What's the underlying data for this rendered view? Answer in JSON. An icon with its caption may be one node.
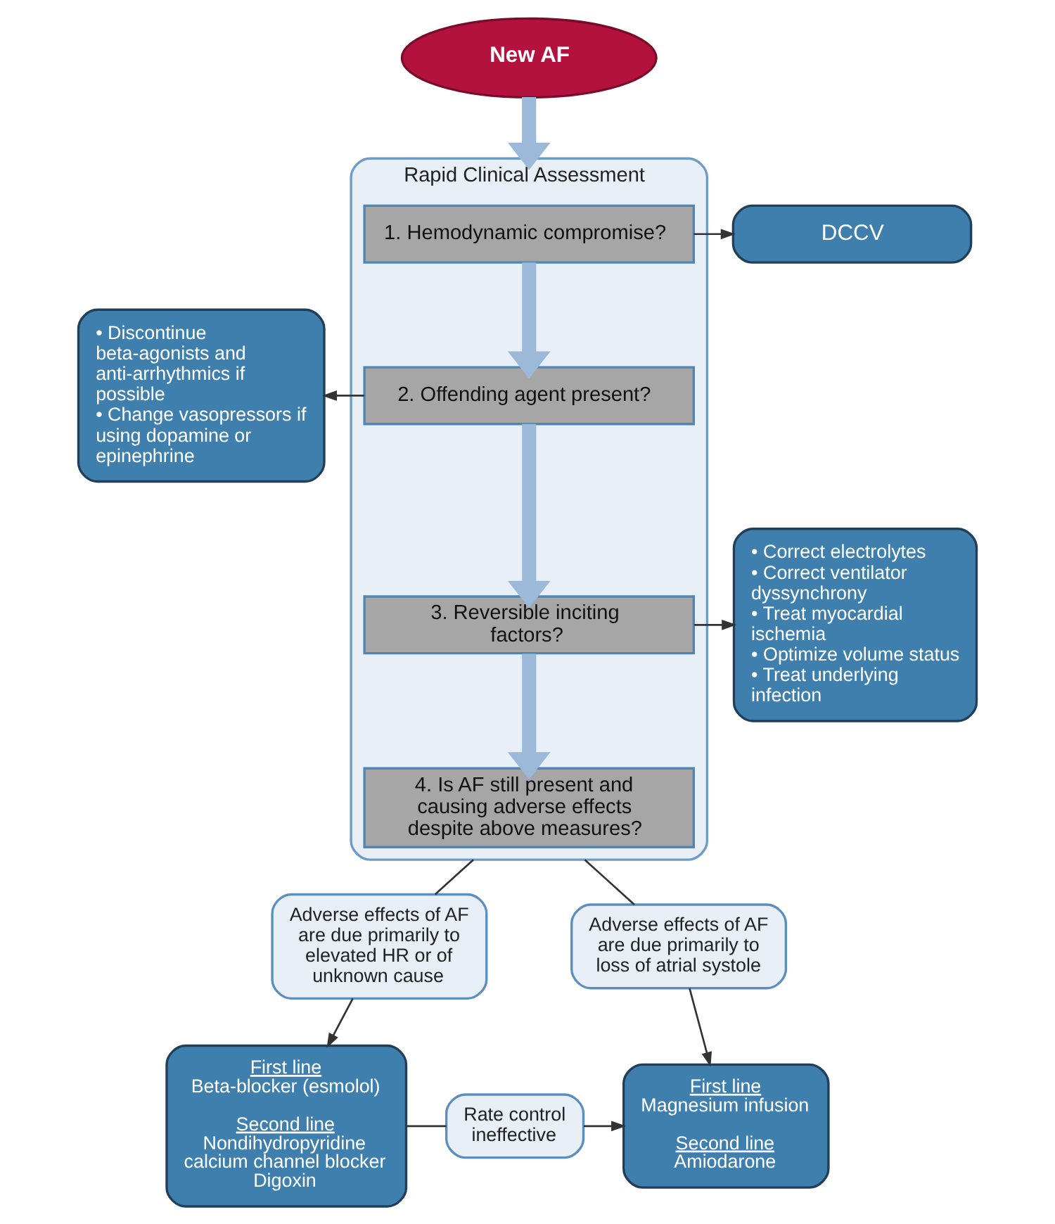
{
  "diagram": {
    "nodes": [
      {
        "text": [
          "New AF"
        ]
      },
      {
        "text": [
          "Rapid Clinical Assessment"
        ]
      },
      {
        "text": [
          "1. Hemodynamic compromise?"
        ],
        "in": 1
      },
      {
        "text": [
          "2. Offending agent present?"
        ],
        "in": 1
      },
      {
        "text": [
          "3. Reversible inciting factors?"
        ],
        "in": 1
      },
      {
        "text": [
          "4. Is AF still present and causing adverse effects despite above measures?"
        ],
        "in": 1
      },
      {
        "text": [
          "DCCV"
        ]
      },
      {
        "text": [
          "• Discontinue beta-agonists and anti-arrhythmics if possible",
          "• Change vasopressors if using dopamine or epinephrine"
        ]
      },
      {
        "text": [
          "• Correct electrolytes",
          "• Correct ventilator dyssynchrony",
          "• Treat myocardial ischemia",
          "• Optimize volume status",
          "• Treat underlying infection"
        ]
      },
      {
        "text": [
          "Adverse effects of AF are due primarily to elevated HR or of unknown cause"
        ]
      },
      {
        "text": [
          "Adverse effects of AF are due primarily to loss of atrial systole"
        ]
      },
      {
        "text": [
          "First line",
          "Beta-blocker (esmolol)",
          "Second line",
          "Nondihydropyridine calcium channel blocker",
          "Digoxin"
        ]
      },
      {
        "text": [
          "First line",
          "Magnesium infusion",
          "Second line",
          "Amiodarone"
        ]
      },
      {
        "text": [
          "Rate control ineffective"
        ]
      }
    ],
    "edges": [
      {
        "from": 0,
        "to": 1,
        "arrow": "to",
        "style": "thick",
        "color": "#9db9d9"
      },
      {
        "from": 2,
        "to": 3,
        "arrow": "to",
        "style": "thick",
        "color": "#9db9d9"
      },
      {
        "from": 3,
        "to": 4,
        "arrow": "to",
        "style": "thick",
        "color": "#9db9d9"
      },
      {
        "from": 4,
        "to": 5,
        "arrow": "to",
        "style": "thick",
        "color": "#9db9d9"
      },
      {
        "from": 2,
        "to": 6,
        "arrow": "to"
      },
      {
        "from": 3,
        "to": 7,
        "arrow": "to"
      },
      {
        "from": 4,
        "to": 8,
        "arrow": "to"
      },
      {
        "from": 1,
        "to": 9,
        "arrow": "none"
      },
      {
        "from": 1,
        "to": 10,
        "arrow": "none"
      },
      {
        "from": 9,
        "to": 11,
        "arrow": "to"
      },
      {
        "from": 10,
        "to": 12,
        "arrow": "to"
      },
      {
        "from": 11,
        "to": 13,
        "arrow": "none"
      },
      {
        "from": 13,
        "to": 12,
        "arrow": "to"
      }
    ]
  }
}
